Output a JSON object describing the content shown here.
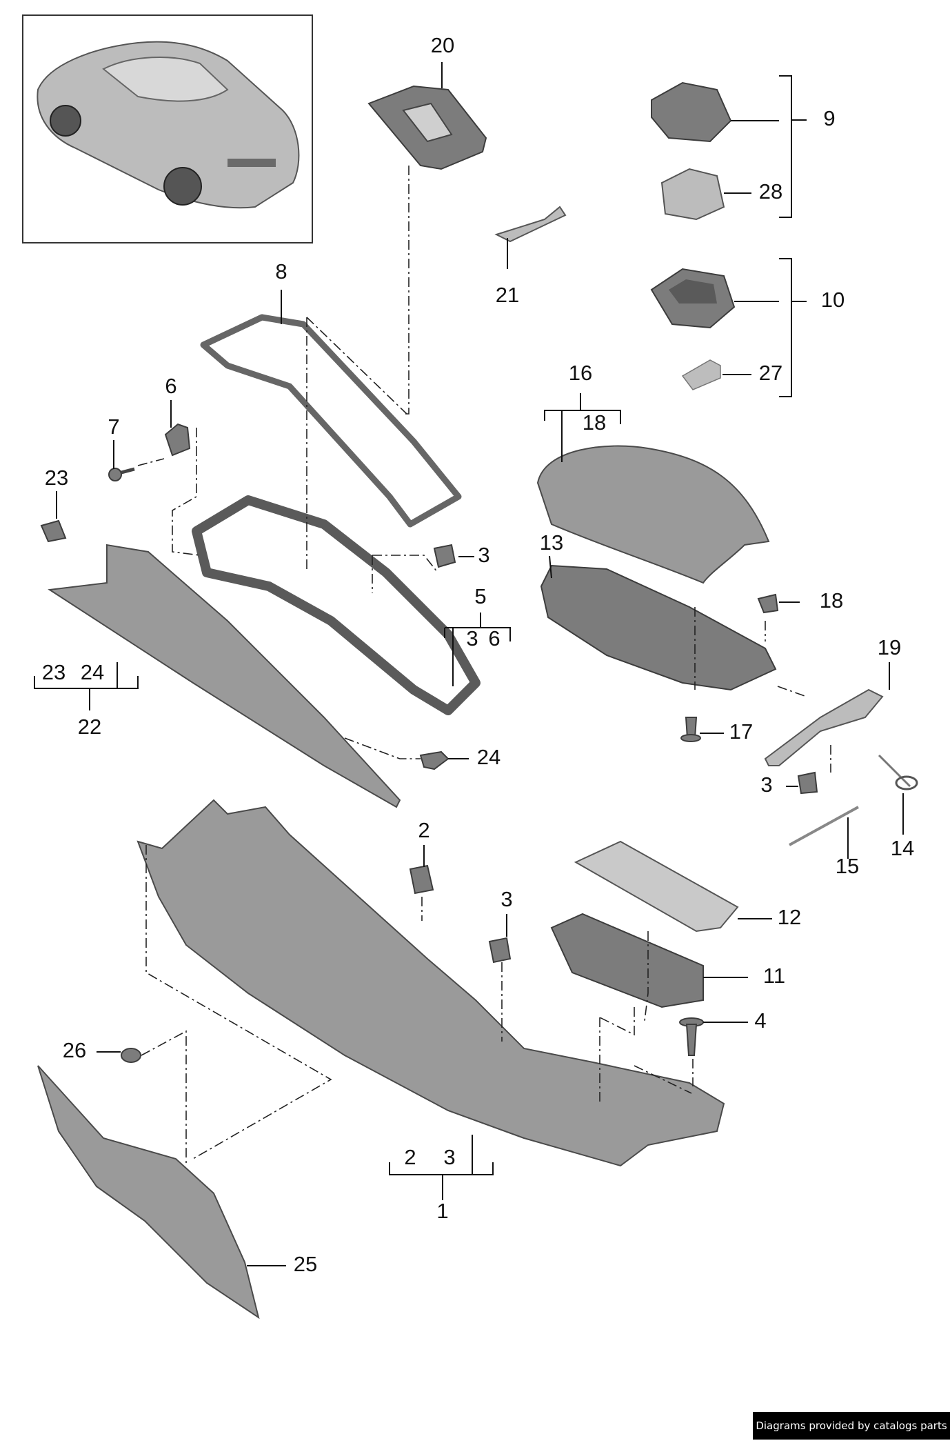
{
  "diagram": {
    "callouts": [
      "1",
      "2",
      "3",
      "4",
      "5",
      "6",
      "7",
      "8",
      "9",
      "10",
      "11",
      "12",
      "13",
      "14",
      "15",
      "16",
      "17",
      "18",
      "19",
      "20",
      "21",
      "22",
      "23",
      "24",
      "25",
      "26",
      "27",
      "28"
    ],
    "groups": {
      "g1": [
        "2",
        "3"
      ],
      "g5": [
        "3",
        "6"
      ],
      "g16": [
        "18"
      ],
      "g22": [
        "23",
        "24"
      ]
    },
    "credit": "Diagrams provided by catalogs parts"
  },
  "colors": {
    "part": "#9a9a9a",
    "outline": "#4a4a4a",
    "text": "#111111"
  }
}
